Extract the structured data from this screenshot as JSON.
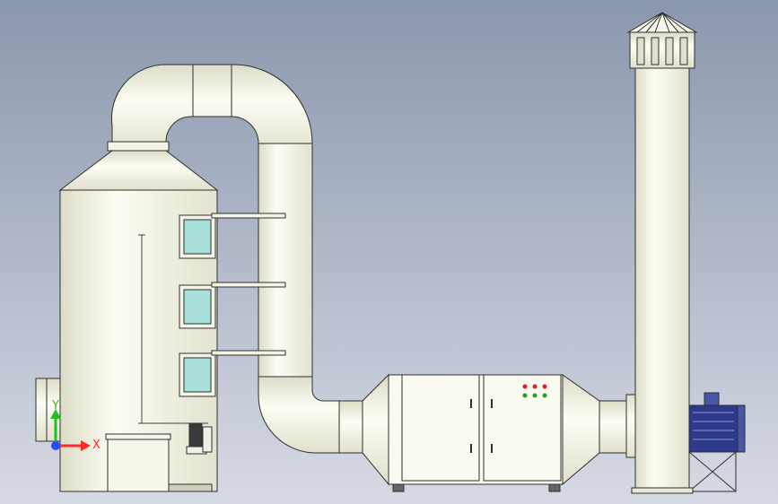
{
  "viewport": {
    "background_top": "#8b97ad",
    "background_bottom": "#d6dae4"
  },
  "axis_triad": {
    "x_label": "X",
    "y_label": "Y",
    "x_color": "#ff2a2a",
    "y_color": "#20c020",
    "z_color": "#2a4cff"
  },
  "model": {
    "body_color": "#fbfbf0",
    "edge_color": "#303030",
    "window_color": "#a8e0dc",
    "motor_color": "#2d3a8c",
    "panel_indicators": [
      "red",
      "red",
      "red",
      "green",
      "green",
      "green"
    ]
  }
}
